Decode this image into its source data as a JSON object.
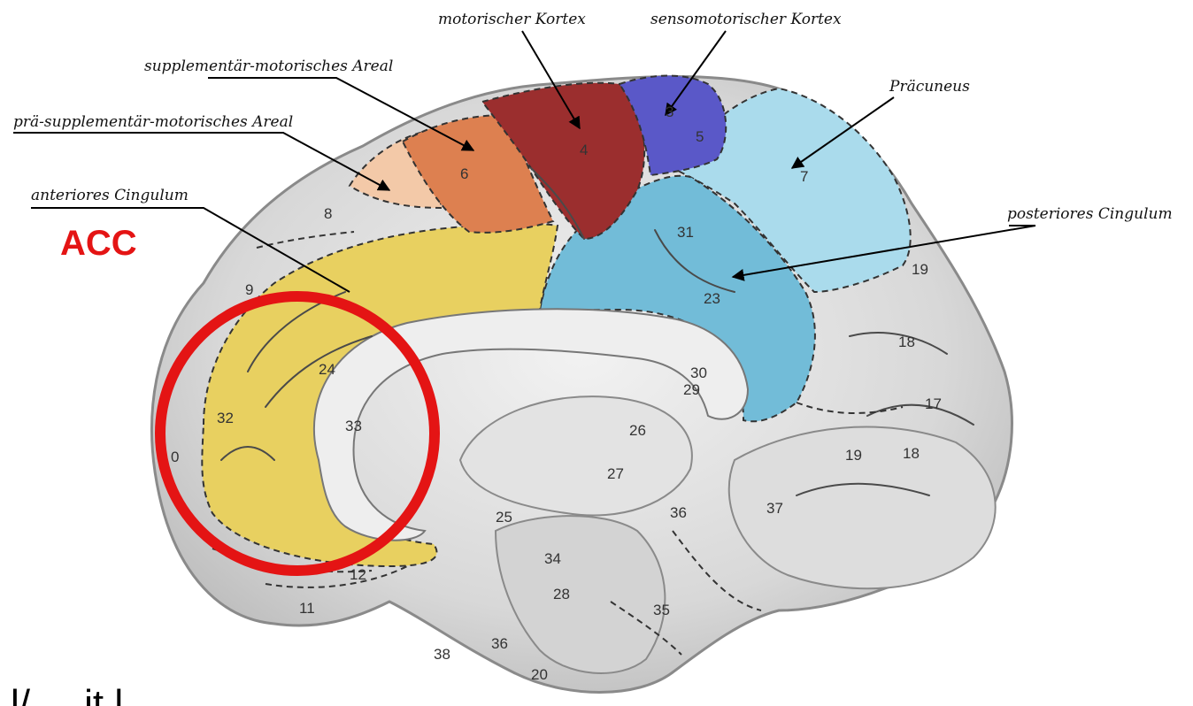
{
  "callouts": {
    "motor": "motorischer Kortex",
    "sensomotor": "sensomotorischer Kortex",
    "sma": "supplementär-motorisches Areal",
    "pre_sma": "prä-supplementär-motorisches Areal",
    "precuneus": "Präcuneus",
    "anterior_cingulum": "anteriores Cingulum",
    "posterior_cingulum": "posteriores Cingulum"
  },
  "acc_label": "ACC",
  "bottom_text": "l/ ... it l",
  "areas": {
    "a3": "3",
    "a4": "4",
    "a5": "5",
    "a6": "6",
    "a7": "7",
    "a8": "8",
    "a9": "9",
    "a10": "0",
    "a11": "11",
    "a12": "12",
    "a17": "17",
    "a18a": "18",
    "a18b": "18",
    "a19a": "19",
    "a19b": "19",
    "a20": "20",
    "a23": "23",
    "a24": "24",
    "a25": "25",
    "a26": "26",
    "a27": "27",
    "a28": "28",
    "a29": "29",
    "a30": "30",
    "a31": "31",
    "a32": "32",
    "a33": "33",
    "a34": "34",
    "a35": "35",
    "a36a": "36",
    "a36b": "36",
    "a37": "37",
    "a38": "38"
  },
  "colors": {
    "yellow_acc": "#e8d060",
    "orange_sma": "#dd8050",
    "peach_presma": "#f3c9a8",
    "darkred_motor": "#9b2e2e",
    "blue_sensomotor": "#5a58c8",
    "lightblue_precuneus": "#aadbec",
    "blue_pcc": "#72bcd8",
    "highlight_circle": "#e41414",
    "acc_text": "#e41414"
  }
}
